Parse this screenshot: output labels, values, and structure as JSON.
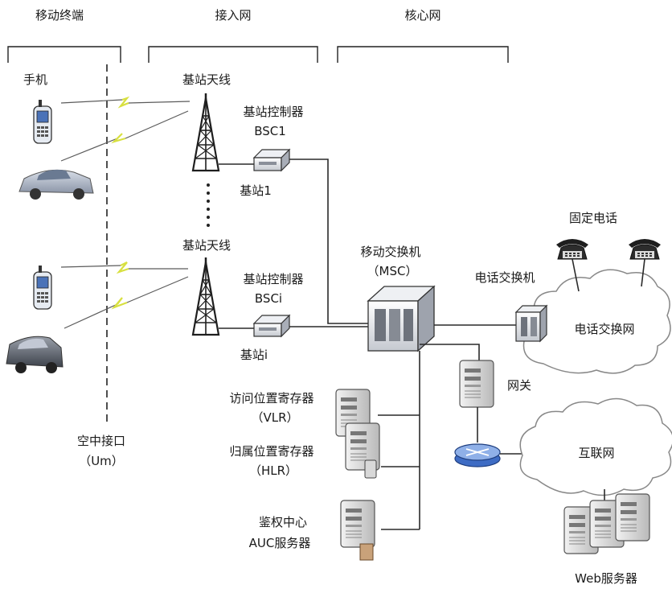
{
  "sections": {
    "mobile_terminal": "移动终端",
    "access_network": "接入网",
    "core_network": "核心网"
  },
  "labels": {
    "phone": "手机",
    "antenna_top": "基站天线",
    "antenna_bottom": "基站天线",
    "bsc_top_title": "基站控制器",
    "bsc_top_name": "BSC1",
    "bs_top": "基站1",
    "bsc_bottom_title": "基站控制器",
    "bsc_bottom_name": "BSCi",
    "bs_bottom": "基站i",
    "air_interface": "空中接口",
    "air_interface_code": "（Um）",
    "msc_title": "移动交换机",
    "msc_code": "（MSC）",
    "fixed_phone": "固定电话",
    "telephone_switch": "电话交换机",
    "telephone_network": "电话交换网",
    "gateway": "网关",
    "internet": "互联网",
    "vlr_title": "访问位置寄存器",
    "vlr_code": "（VLR）",
    "hlr_title": "归属位置寄存器",
    "hlr_code": "（HLR）",
    "auc_title": "鉴权中心",
    "auc_server": "AUC服务器",
    "web_server": "Web服务器"
  },
  "icons": [
    "phone-icon",
    "car-icon",
    "antenna-tower-icon",
    "base-station-icon",
    "msc-switch-icon",
    "telephone-icon",
    "cloud-icon",
    "server-icon",
    "router-icon"
  ],
  "colors": {
    "signal": "#d8e040",
    "line": "#2a2a2a",
    "cloud_stroke": "#888888"
  }
}
